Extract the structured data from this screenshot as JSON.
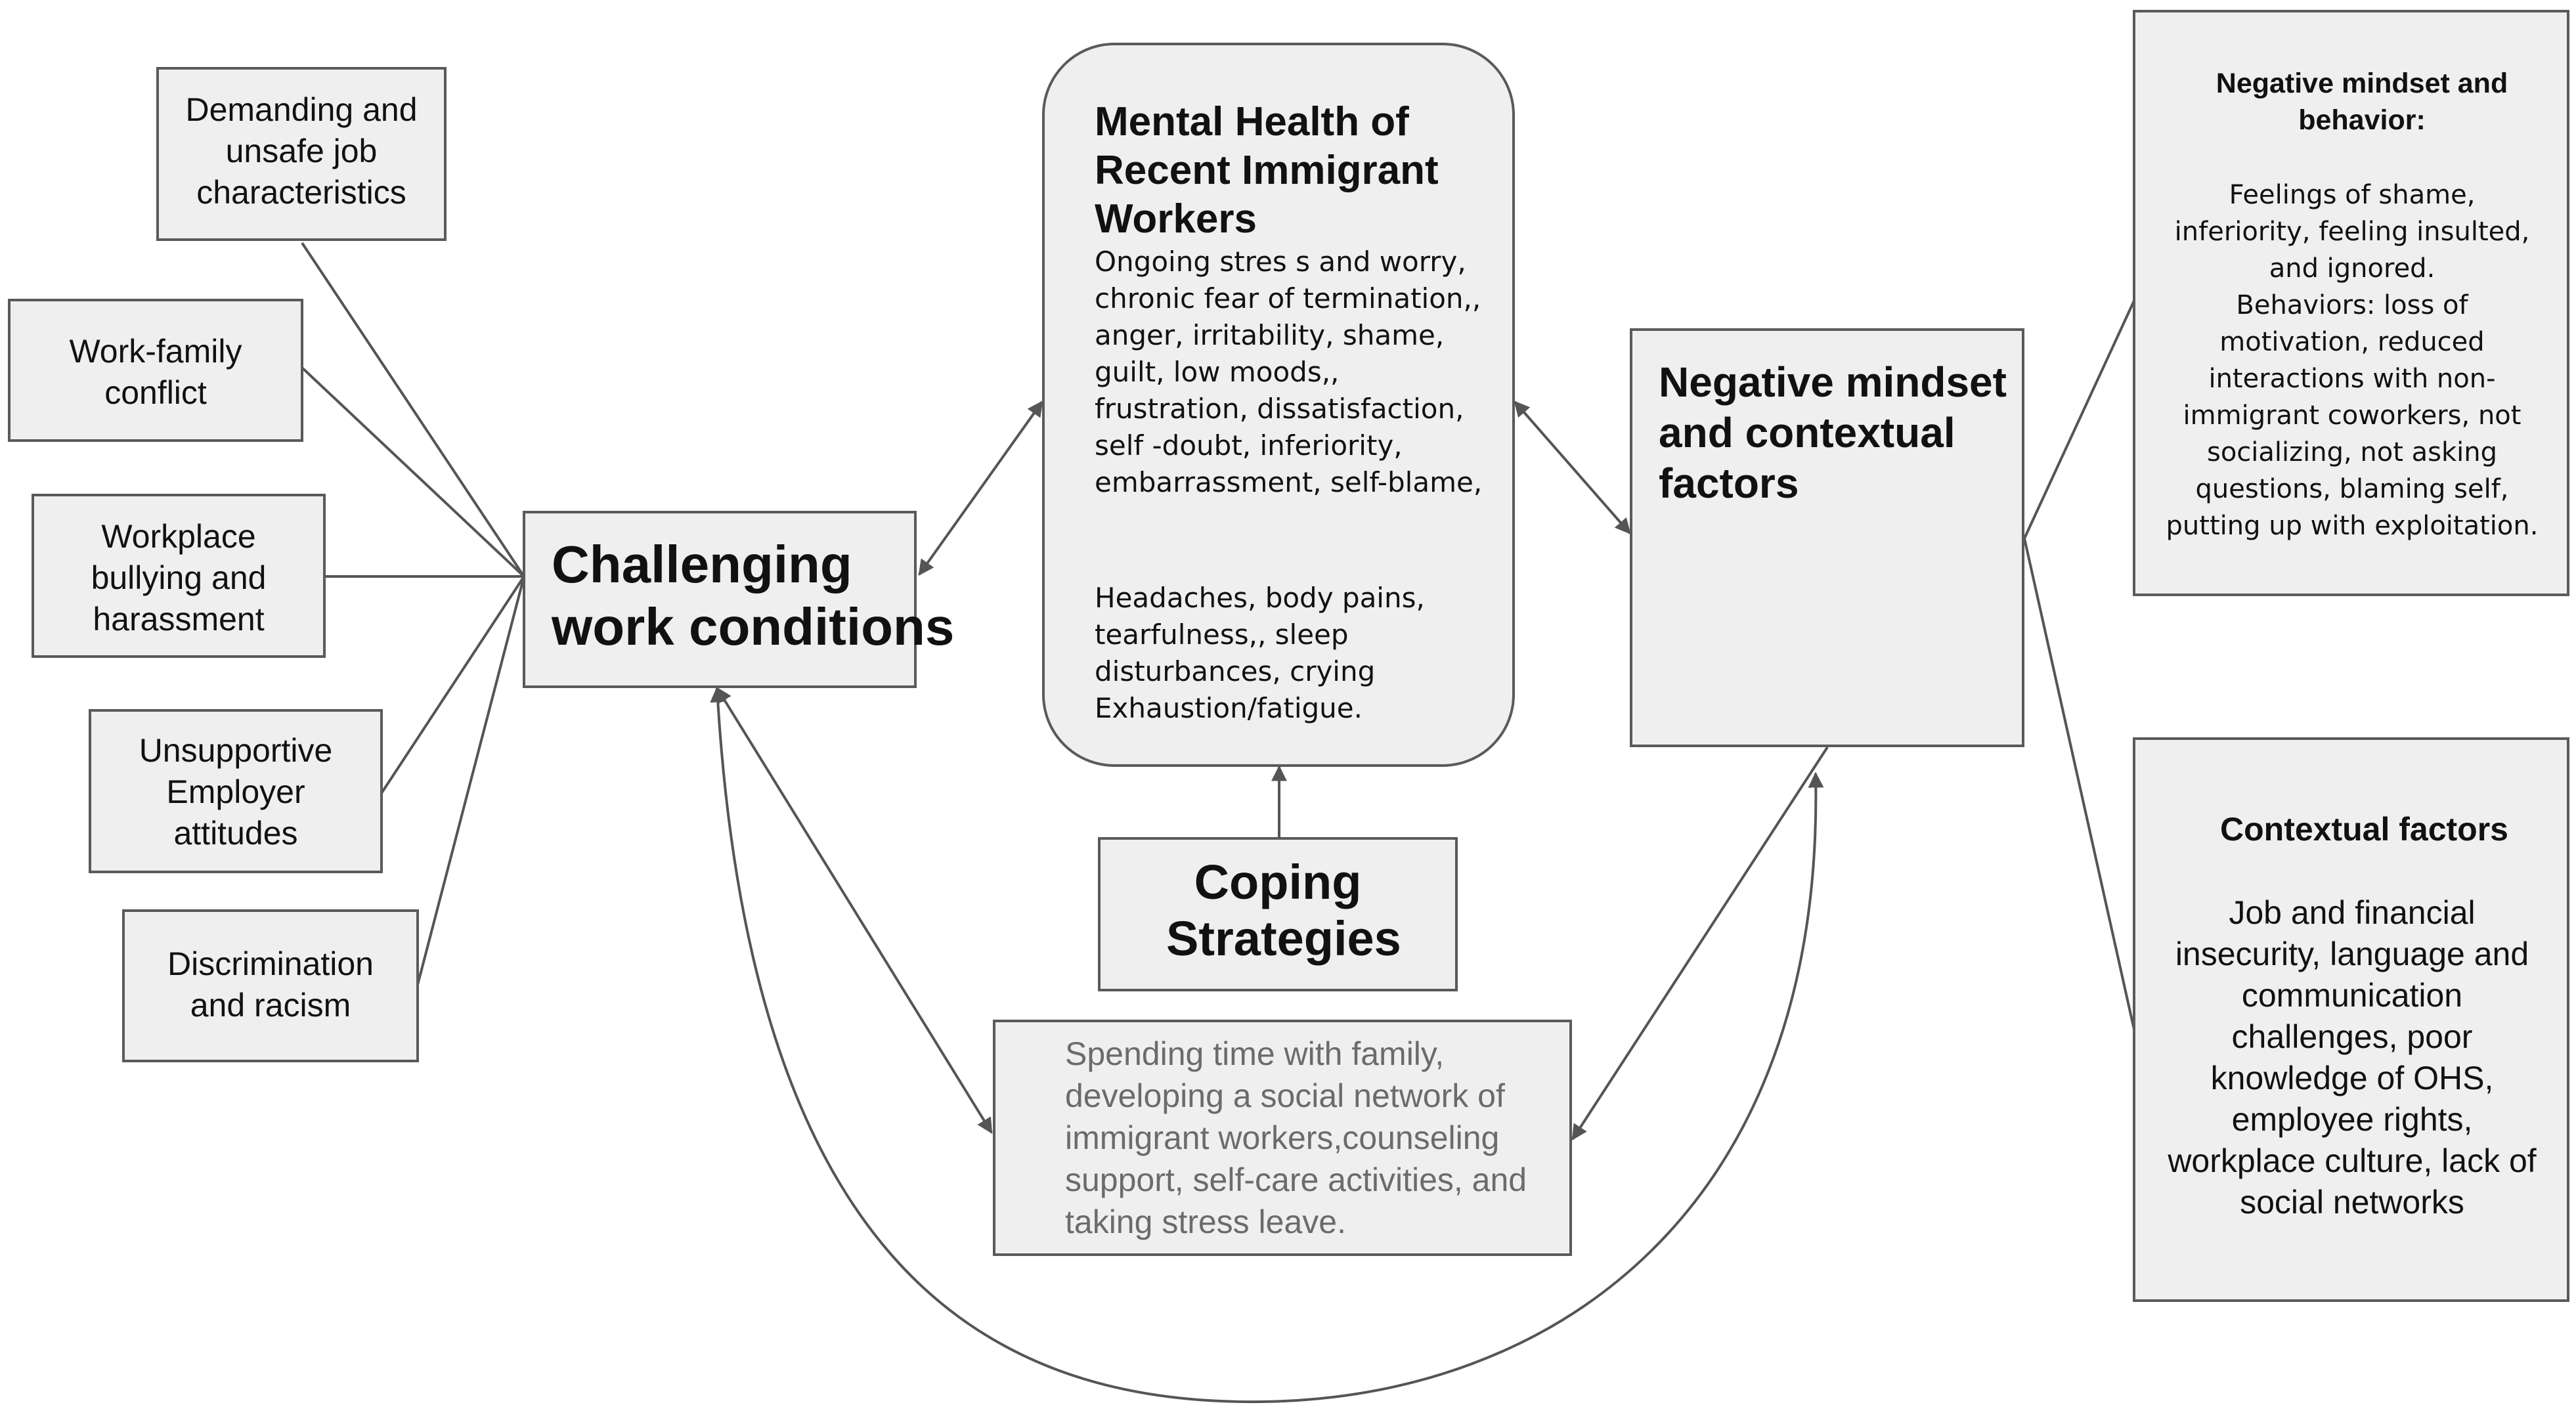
{
  "factors": {
    "job": "Demanding and unsafe job characteristics",
    "workfamily": "Work-family conflict",
    "bullying": "Workplace bullying and harassment",
    "employer": "Unsupportive Employer attitudes",
    "discrimination": "Discrimination and racism"
  },
  "challenging": {
    "title": "Challenging work conditions"
  },
  "mental_health": {
    "title": "Mental Health of Recent Immigrant Workers",
    "symptoms": "Ongoing stres s and worry, chronic fear of termination,, anger, irritability, shame, guilt, low moods,, frustration, dissatisfaction, self -doubt, inferiority, embarrassment, self-blame,",
    "physical": "Headaches, body pains, tearfulness,, sleep disturbances, crying Exhaustion/fatigue."
  },
  "coping": {
    "title": "Coping Strategies",
    "examples": "Spending time with family, developing a social network of immigrant workers,counseling support, self-care activities, and taking stress leave."
  },
  "negative": {
    "title": "Negative mindset and contextual factors"
  },
  "mindset_detail": {
    "title": "Negative mindset and behavior:",
    "feelings": "Feelings of shame, inferiority, feeling insulted, and ignored.",
    "behaviors": "Behaviors: loss of motivation, reduced interactions with non-immigrant coworkers, not socializing, not asking questions, blaming self, putting up with exploitation."
  },
  "contextual": {
    "title": "Contextual factors",
    "body": "Job and financial insecurity, language and communication challenges, poor knowledge of OHS, employee rights, workplace culture, lack of social networks"
  }
}
